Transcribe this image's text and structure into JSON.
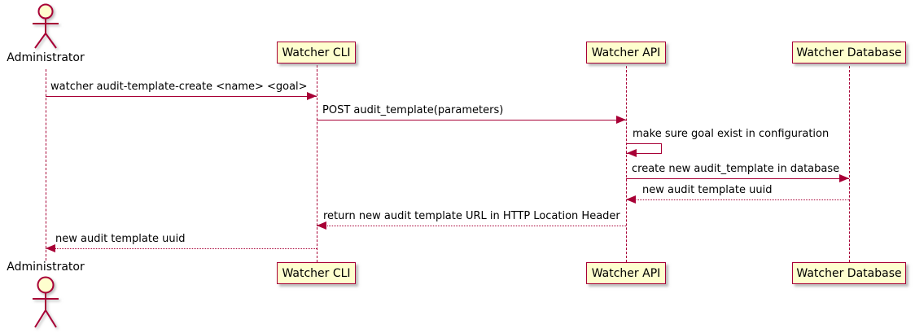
{
  "diagram": {
    "type": "sequence-diagram",
    "colors": {
      "participant_fill": "#FEFECE",
      "stroke": "#A80036",
      "text": "#000000",
      "background": "#FFFFFF"
    },
    "participants": [
      {
        "id": "administrator",
        "name": "Administrator",
        "kind": "actor"
      },
      {
        "id": "watcher-cli",
        "name": "Watcher CLI",
        "kind": "participant"
      },
      {
        "id": "watcher-api",
        "name": "Watcher API",
        "kind": "participant"
      },
      {
        "id": "watcher-database",
        "name": "Watcher Database",
        "kind": "participant"
      }
    ],
    "messages": [
      {
        "from": "Administrator",
        "to": "Watcher CLI",
        "label": "watcher audit-template-create <name> <goal>",
        "line": "solid",
        "direction": "right"
      },
      {
        "from": "Watcher CLI",
        "to": "Watcher API",
        "label": "POST audit_template(parameters)",
        "line": "solid",
        "direction": "right"
      },
      {
        "from": "Watcher API",
        "to": "Watcher API",
        "label": "make sure goal exist in configuration",
        "line": "solid",
        "direction": "self"
      },
      {
        "from": "Watcher API",
        "to": "Watcher Database",
        "label": "create new audit_template in database",
        "line": "solid",
        "direction": "right"
      },
      {
        "from": "Watcher Database",
        "to": "Watcher API",
        "label": "new audit template uuid",
        "line": "dotted",
        "direction": "left"
      },
      {
        "from": "Watcher API",
        "to": "Watcher CLI",
        "label": "return new audit template URL in HTTP Location Header",
        "line": "dotted",
        "direction": "left"
      },
      {
        "from": "Watcher CLI",
        "to": "Administrator",
        "label": "new audit template uuid",
        "line": "dotted",
        "direction": "left"
      }
    ]
  }
}
